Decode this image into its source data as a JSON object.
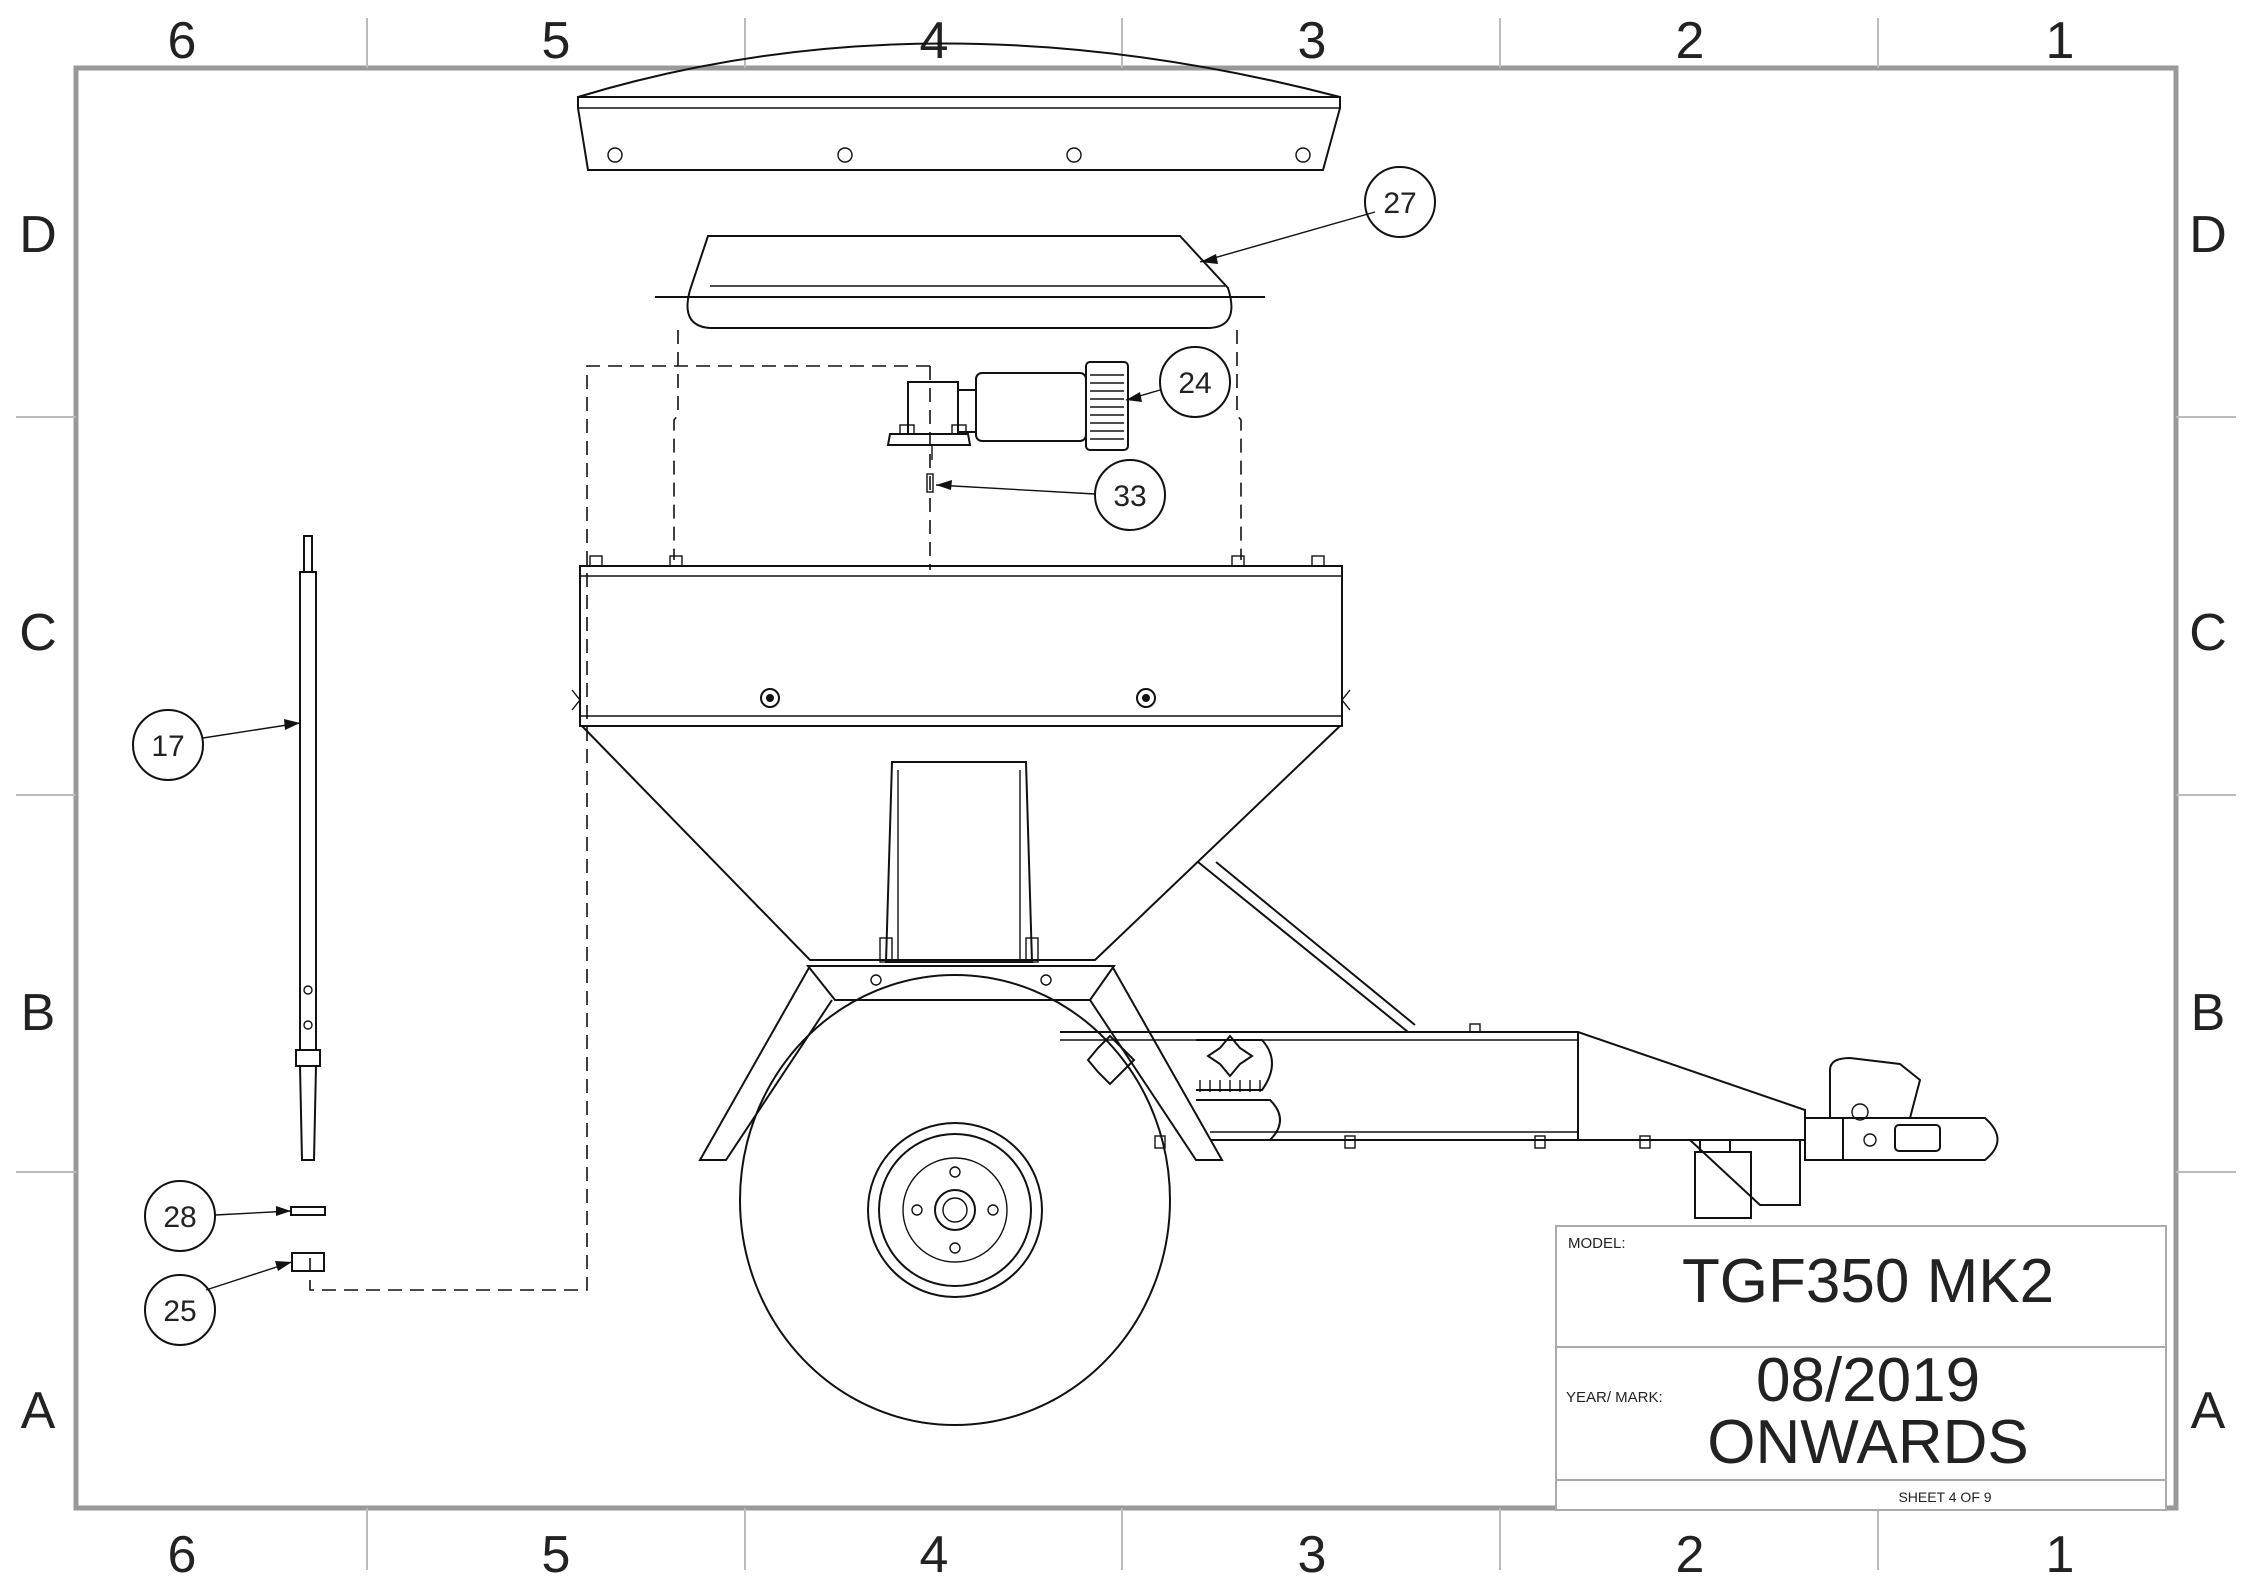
{
  "zones": {
    "columns": [
      "6",
      "5",
      "4",
      "3",
      "2",
      "1"
    ],
    "rows": [
      "D",
      "C",
      "B",
      "A"
    ]
  },
  "balloons": [
    "27",
    "24",
    "33",
    "17",
    "28",
    "25"
  ],
  "title_block": {
    "model_label": "MODEL:",
    "model_value": "TGF350 MK2",
    "year_label": "YEAR/ MARK:",
    "year_value_line1": "08/2019",
    "year_value_line2": "ONWARDS",
    "sheet": "SHEET 4 OF 9"
  }
}
